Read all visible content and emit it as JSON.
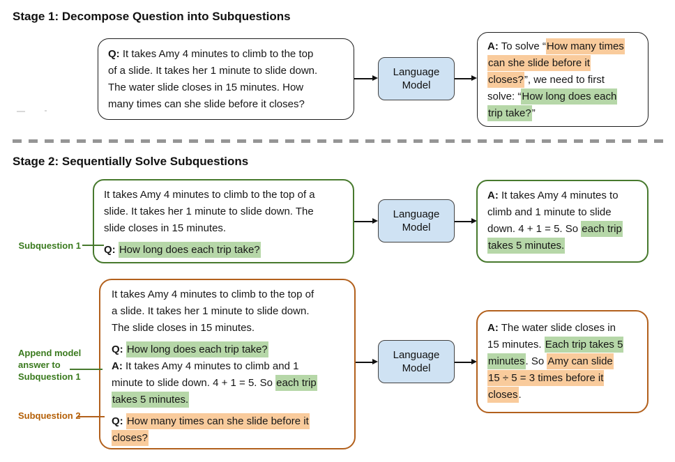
{
  "stage1": {
    "title": "Stage 1: Decompose Question into Subquestions",
    "question_box": {
      "lines": [
        [
          {
            "t": "Q:",
            "b": 1
          },
          {
            "t": " It takes Amy 4 minutes to climb to the top"
          }
        ],
        [
          {
            "t": "of a slide. It takes her 1 minute to slide down."
          }
        ],
        [
          {
            "t": "The water slide closes in 15 minutes. How"
          }
        ],
        [
          {
            "t": "many times can she slide before it closes?"
          }
        ]
      ]
    },
    "answer_box": {
      "lines": [
        [
          {
            "t": "A:",
            "b": 1
          },
          {
            "t": " To solve “"
          },
          {
            "t": "How many times",
            "h": "o"
          }
        ],
        [
          {
            "t": "can she slide before it",
            "h": "o"
          }
        ],
        [
          {
            "t": "closes?",
            "h": "o"
          },
          {
            "t": "”, we need to first"
          }
        ],
        [
          {
            "t": "solve: “"
          },
          {
            "t": "How long does each",
            "h": "g"
          }
        ],
        [
          {
            "t": "trip take?",
            "h": "g"
          },
          {
            "t": "”"
          }
        ]
      ]
    }
  },
  "stage2": {
    "title": "Stage 2: Sequentially Solve Subquestions",
    "row1": {
      "prompt_box": {
        "lines": [
          [
            {
              "t": "It takes Amy 4 minutes to climb to the top of a"
            }
          ],
          [
            {
              "t": "slide. It takes her 1 minute to slide down. The"
            }
          ],
          [
            {
              "t": "slide closes in 15 minutes."
            }
          ],
          [],
          [
            {
              "t": "Q:",
              "b": 1
            },
            {
              "t": " "
            },
            {
              "t": "How long does each trip take?",
              "h": "g"
            }
          ]
        ]
      },
      "answer_box": {
        "lines": [
          [
            {
              "t": "A:",
              "b": 1
            },
            {
              "t": " It takes Amy 4 minutes to"
            }
          ],
          [
            {
              "t": "climb and 1 minute to slide"
            }
          ],
          [
            {
              "t": "down. 4 + 1 = 5. So "
            },
            {
              "t": "each trip",
              "h": "g"
            }
          ],
          [
            {
              "t": "takes 5 minutes.",
              "h": "g"
            }
          ]
        ]
      }
    },
    "row2": {
      "prompt_box": {
        "lines": [
          [
            {
              "t": "It takes Amy 4 minutes to climb to the top of"
            }
          ],
          [
            {
              "t": "a slide. It takes her 1 minute to slide down."
            }
          ],
          [
            {
              "t": "The slide closes in 15 minutes."
            }
          ],
          [],
          [
            {
              "t": "Q:",
              "b": 1
            },
            {
              "t": " "
            },
            {
              "t": "How long does each trip take?",
              "h": "g"
            }
          ],
          [
            {
              "t": "A:",
              "b": 1
            },
            {
              "t": " It takes Amy 4 minutes to climb and 1"
            }
          ],
          [
            {
              "t": "minute to slide down. 4 + 1 = 5. So "
            },
            {
              "t": "each trip",
              "h": "g"
            }
          ],
          [
            {
              "t": "takes 5 minutes.",
              "h": "g"
            }
          ],
          [],
          [
            {
              "t": "Q:",
              "b": 1
            },
            {
              "t": " "
            },
            {
              "t": "How many times can she slide before it",
              "h": "o"
            }
          ],
          [
            {
              "t": "closes?",
              "h": "o"
            }
          ]
        ]
      },
      "answer_box": {
        "lines": [
          [
            {
              "t": "A:",
              "b": 1
            },
            {
              "t": " The water slide closes in"
            }
          ],
          [
            {
              "t": "15 minutes. "
            },
            {
              "t": "Each trip takes 5",
              "h": "g"
            }
          ],
          [
            {
              "t": "minutes",
              "h": "g"
            },
            {
              "t": ". So "
            },
            {
              "t": "Amy can slide",
              "h": "o"
            }
          ],
          [
            {
              "t": "15 ÷ 5 = 3 times before it",
              "h": "o"
            }
          ],
          [
            {
              "t": "closes",
              "h": "o"
            },
            {
              "t": "."
            }
          ]
        ]
      }
    },
    "labels": {
      "subquestion1": "Subquestion 1",
      "append": "Append model\nanswer to\nSubquestion 1",
      "subquestion2": "Subquestion 2"
    }
  },
  "language_model_label": "Language\nModel",
  "colors": {
    "highlight_green": "#b6d7a8",
    "highlight_orange": "#f9cb9c",
    "green_border": "#47792d",
    "brown_border": "#b2601c",
    "green_label": "#3a7a1e",
    "brown_label": "#b45f06",
    "lm_fill": "#cfe2f3",
    "divider_gray": "#959595"
  }
}
